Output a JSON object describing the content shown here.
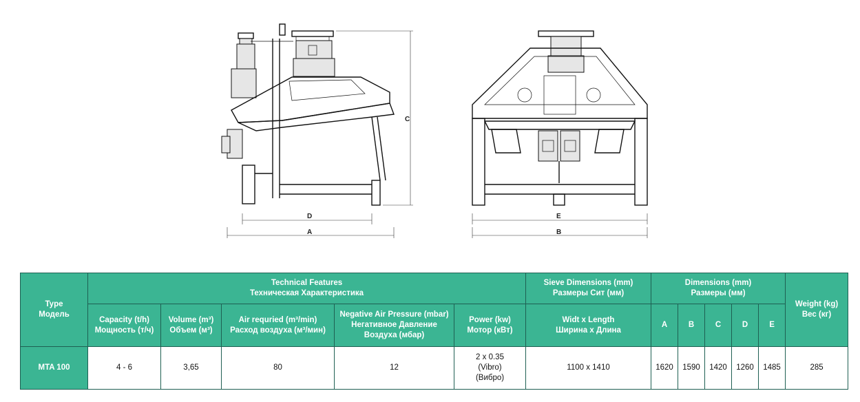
{
  "drawing": {
    "side_view_labels": {
      "d": "D",
      "a": "A",
      "c": "C"
    },
    "front_view_labels": {
      "e": "E",
      "b": "B"
    }
  },
  "table": {
    "type": {
      "en": "Type",
      "ru": "Модель"
    },
    "technical_features": {
      "en": "Technical Features",
      "ru": "Техническая Характеристика"
    },
    "sieve_dimensions": {
      "en": "Sieve Dimensions (mm)",
      "ru": "Размеры Сит (мм)"
    },
    "dimensions": {
      "en": "Dimensions (mm)",
      "ru": "Размеры (мм)"
    },
    "weight": {
      "en": "Weight (kg)",
      "ru": "Вес (кг)"
    },
    "columns": {
      "capacity": {
        "en": "Capacity (t/h)",
        "ru": "Мощность (т/ч)"
      },
      "volume": {
        "en": "Volume (m³)",
        "ru": "Объем (м³)"
      },
      "air": {
        "en": "Air requried (m³/min)",
        "ru": "Расход воздуха (м³/мин)"
      },
      "pressure": {
        "l1": "Negative Air Pressure (mbar)",
        "l2": "Негативное Давление",
        "l3": "Воздуха (мбар)"
      },
      "power": {
        "en": "Power (kw)",
        "ru": "Мотор (кВт)"
      },
      "sieve": {
        "en": "Widt x Length",
        "ru": "Ширина x Длина"
      },
      "dim_letters": [
        "A",
        "B",
        "C",
        "D",
        "E"
      ]
    },
    "row": {
      "model": "MTA 100",
      "capacity": "4 - 6",
      "volume": "3,65",
      "air": "80",
      "pressure": "12",
      "power": {
        "l1": "2 x 0.35",
        "l2": "(Vibro)",
        "l3": "(Вибро)"
      },
      "sieve": "1100 x 1410",
      "dims": [
        "1620",
        "1590",
        "1420",
        "1260",
        "1485"
      ],
      "weight": "285"
    }
  }
}
